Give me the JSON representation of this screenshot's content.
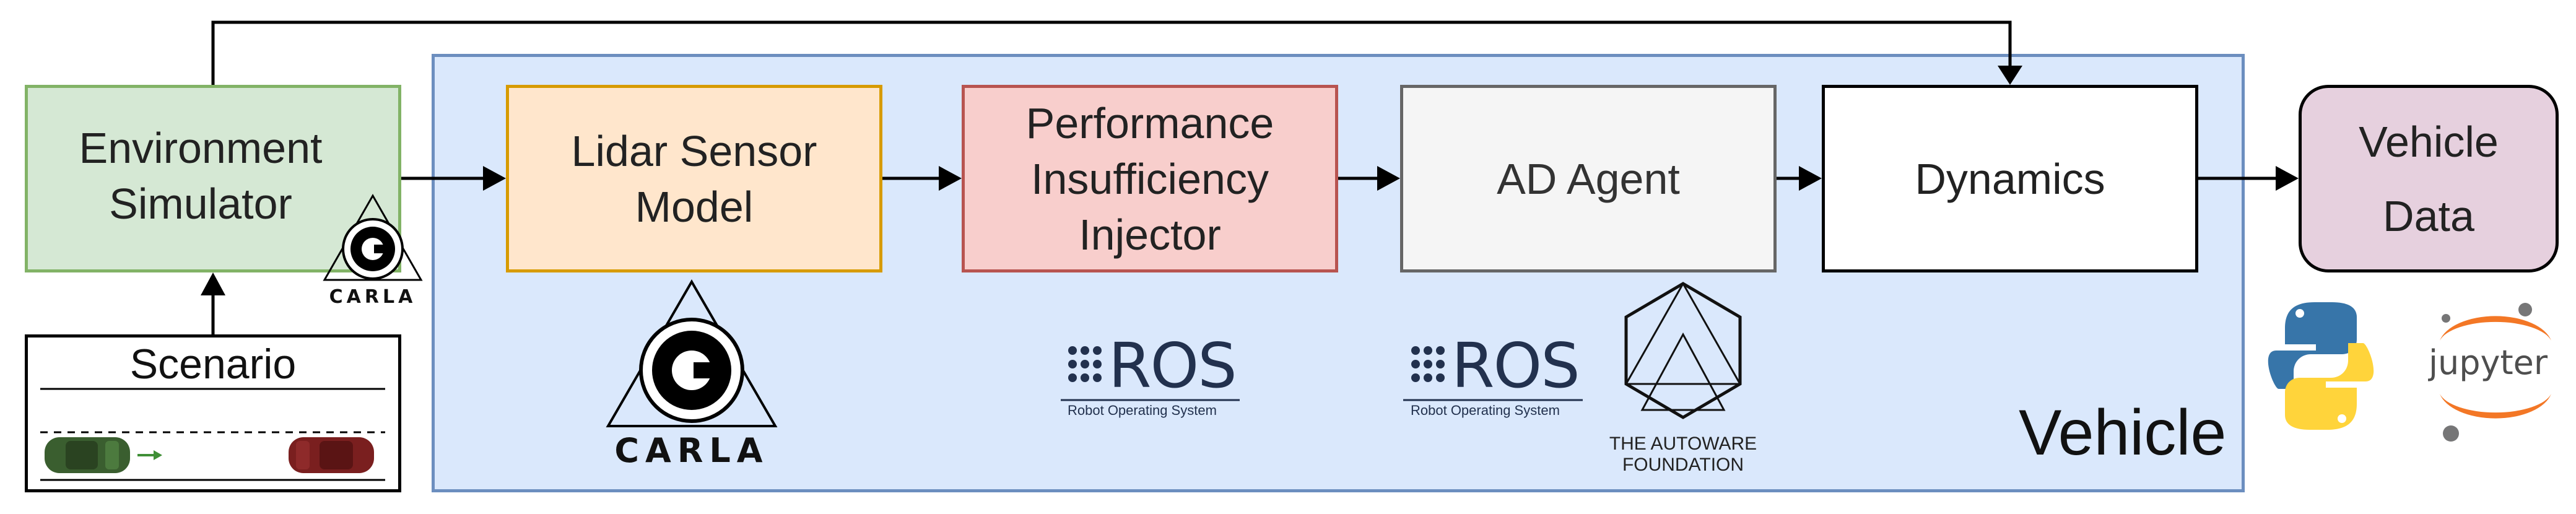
{
  "vehicle": {
    "label": "Vehicle"
  },
  "blocks": {
    "environment_simulator": "Environment\nSimulator",
    "lidar_sensor_model": "Lidar Sensor\nModel",
    "performance_insufficiency_injector": "Performance\nInsufficiency\nInjector",
    "ad_agent": "AD Agent",
    "dynamics": "Dynamics",
    "vehicle_data": "Vehicle\nData",
    "scenario": "Scenario"
  },
  "logos": {
    "carla_small": "CARLA",
    "carla_large": "CARLA",
    "ros_1_title": "ROS",
    "ros_1_subtitle": "Robot Operating System",
    "ros_2_title": "ROS",
    "ros_2_subtitle": "Robot Operating System",
    "autoware": "THE AUTOWARE\nFOUNDATION",
    "jupyter": "jupyter",
    "python_icon": "python-logo",
    "carla_icon": "carla-logo",
    "autoware_icon": "autoware-logo"
  },
  "colors": {
    "env_fill": "#d5e8d4",
    "env_border": "#82b366",
    "lidar_fill": "#ffe6cc",
    "lidar_border": "#d79b00",
    "injector_fill": "#f8cecc",
    "injector_border": "#b85450",
    "agent_fill": "#f5f5f5",
    "agent_border": "#666666",
    "dynamics_fill": "#ffffff",
    "dynamics_border": "#000000",
    "vdata_fill": "#e6d0de",
    "vdata_border": "#000000",
    "vehicle_fill": "#dae8fc",
    "vehicle_border": "#6c8ebf"
  }
}
